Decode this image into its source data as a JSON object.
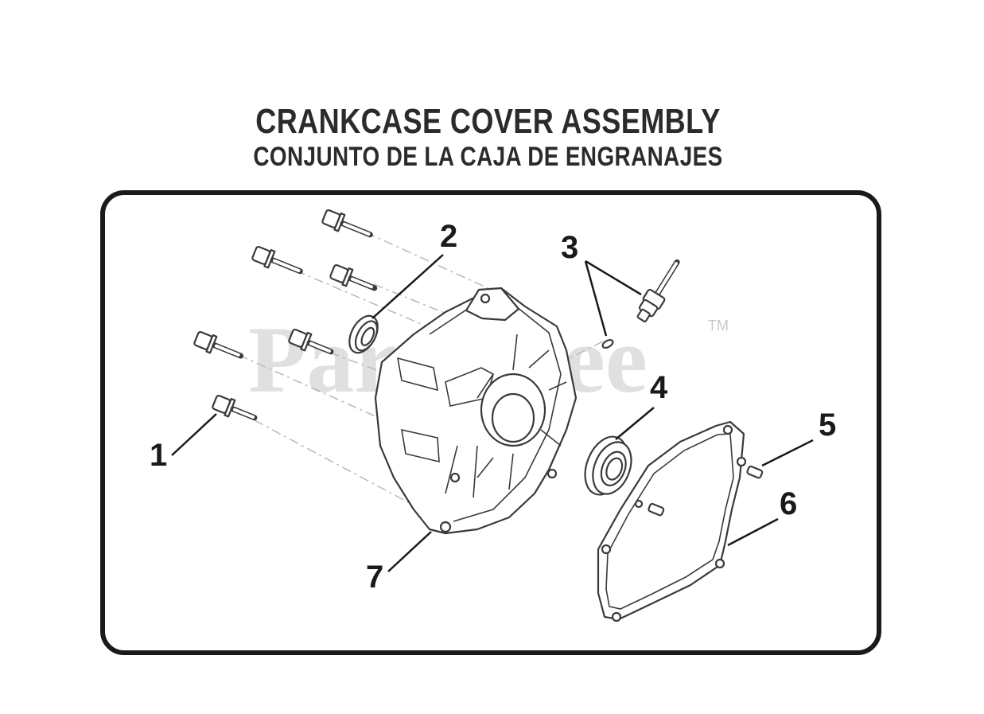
{
  "title": "CRANKCASE COVER ASSEMBLY",
  "subtitle": "CONJUNTO DE LA CAJA DE ENGRANAJES",
  "watermark": "PartsTree",
  "watermark_tm": "TM",
  "callouts": [
    "1",
    "2",
    "3",
    "4",
    "5",
    "6",
    "7"
  ],
  "parts": [
    {
      "ref": "1",
      "name": "bolt",
      "icon": "bolt-icon"
    },
    {
      "ref": "2",
      "name": "oil seal",
      "icon": "oil-seal-icon"
    },
    {
      "ref": "3",
      "name": "oil drain plug with washer",
      "icon": "drain-plug-icon"
    },
    {
      "ref": "4",
      "name": "ball bearing",
      "icon": "bearing-icon"
    },
    {
      "ref": "5",
      "name": "dowel pin",
      "icon": "dowel-pin-icon"
    },
    {
      "ref": "6",
      "name": "gasket",
      "icon": "gasket-icon"
    },
    {
      "ref": "7",
      "name": "crankcase cover",
      "icon": "crankcase-cover-icon"
    }
  ]
}
